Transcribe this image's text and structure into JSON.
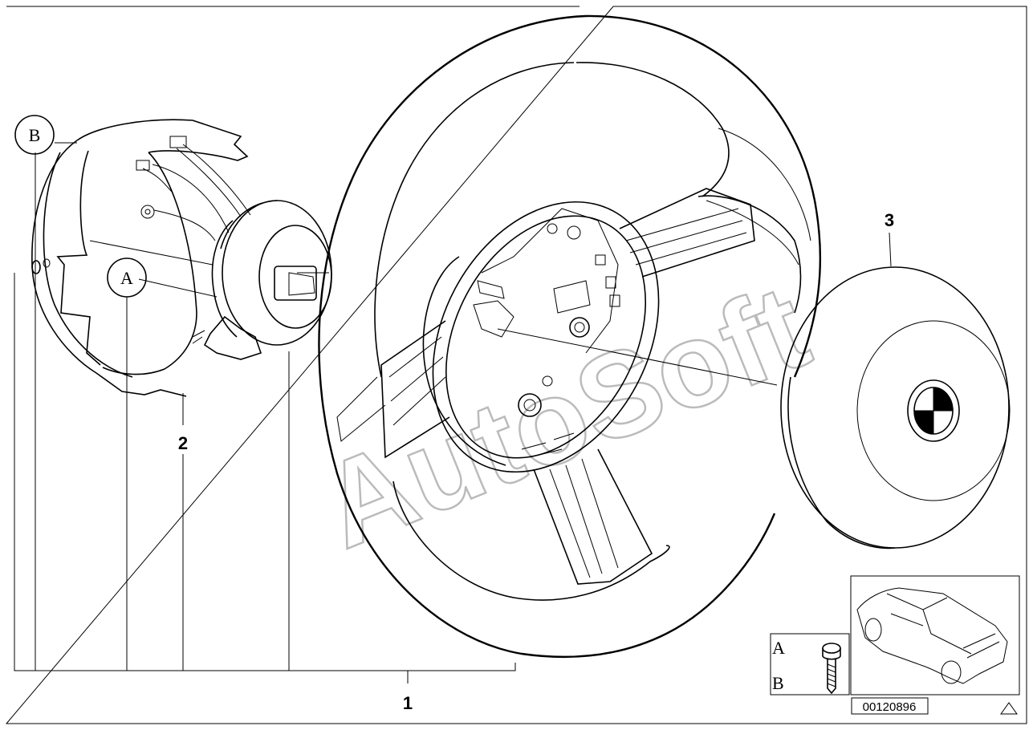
{
  "callouts": {
    "part1": "1",
    "part2": "2",
    "part3": "3",
    "letter_a": "A",
    "letter_b": "B"
  },
  "legend": {
    "row_a": "A",
    "row_b": "B"
  },
  "document_number": "00120896",
  "watermark": "AutoSoft",
  "colors": {
    "line": "#000000",
    "watermark": "#bbbbbb",
    "background": "#ffffff"
  },
  "icons": {
    "corner_marker": "triangle-icon",
    "emblem": "bmw-roundel-icon",
    "screw": "torx-screw-icon"
  }
}
